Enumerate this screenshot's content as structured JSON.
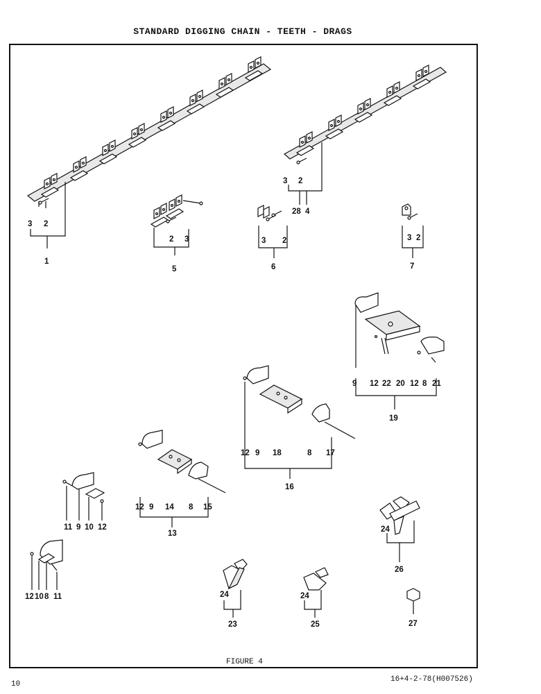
{
  "header": {
    "title": "STANDARD DIGGING CHAIN - TEETH - DRAGS"
  },
  "figure": {
    "caption": "FIGURE 4"
  },
  "footer": {
    "page_number": "10",
    "document_id": "16+4-2-78(H007526)"
  },
  "callouts": {
    "a1": {
      "parts": [
        "3",
        "2"
      ],
      "assembly": "1"
    },
    "a4": {
      "parts": [
        "3",
        "2",
        "28"
      ],
      "assembly": "4"
    },
    "a5": {
      "parts": [
        "2",
        "3"
      ],
      "assembly": "5"
    },
    "a6": {
      "parts": [
        "3",
        "2"
      ],
      "assembly": "6"
    },
    "a7": {
      "parts": [
        "3",
        "2"
      ],
      "assembly": "7"
    },
    "a19": {
      "parts": [
        "9",
        "12",
        "22",
        "20",
        "12",
        "8",
        "21"
      ],
      "assembly": "19"
    },
    "a16": {
      "parts": [
        "12",
        "9",
        "18",
        "8",
        "17"
      ],
      "assembly": "16"
    },
    "a13": {
      "parts": [
        "12",
        "9",
        "14",
        "8",
        "15"
      ],
      "assembly": "13"
    },
    "g1": {
      "parts": [
        "11",
        "9",
        "10",
        "12"
      ]
    },
    "g2": {
      "parts": [
        "12",
        "10",
        "8",
        "11"
      ]
    },
    "a26": {
      "parts": [
        "24"
      ],
      "assembly": "26"
    },
    "a23": {
      "parts": [
        "24"
      ],
      "assembly": "23"
    },
    "a25": {
      "parts": [
        "24"
      ],
      "assembly": "25"
    },
    "a27": {
      "assembly": "27"
    }
  }
}
